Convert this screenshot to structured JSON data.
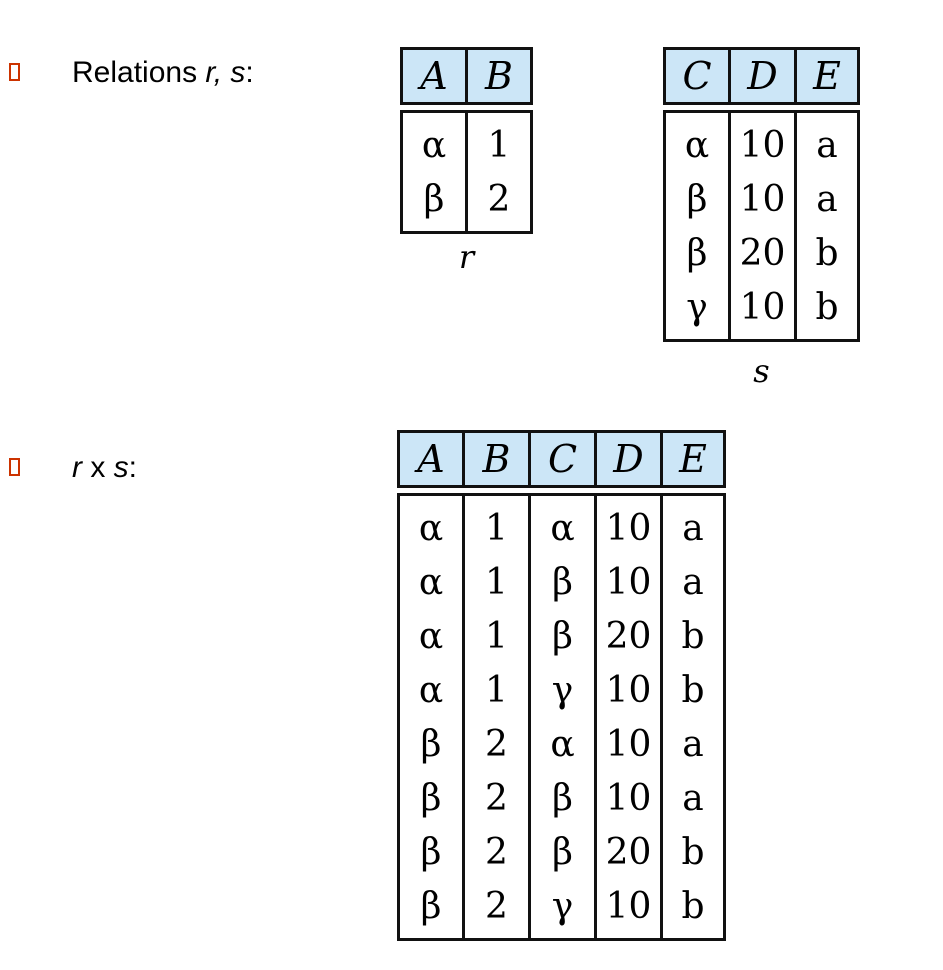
{
  "bullets": [
    {
      "prefix": "Relations ",
      "italic": "r, s",
      "suffix": ":"
    },
    {
      "prefix": "",
      "italic": "r",
      "middle": " x ",
      "italic2": "s",
      "suffix": ":"
    }
  ],
  "colors": {
    "bullet": "#cc3300",
    "header_bg": "#cce6f7"
  },
  "relation_r": {
    "caption": "r",
    "columns": [
      "A",
      "B"
    ],
    "rows": [
      [
        "α",
        "1"
      ],
      [
        "β",
        "2"
      ]
    ]
  },
  "relation_s": {
    "caption": "s",
    "columns": [
      "C",
      "D",
      "E"
    ],
    "rows": [
      [
        "α",
        "10",
        "a"
      ],
      [
        "β",
        "10",
        "a"
      ],
      [
        "β",
        "20",
        "b"
      ],
      [
        "γ",
        "10",
        "b"
      ]
    ]
  },
  "relation_rxs": {
    "columns": [
      "A",
      "B",
      "C",
      "D",
      "E"
    ],
    "rows": [
      [
        "α",
        "1",
        "α",
        "10",
        "a"
      ],
      [
        "α",
        "1",
        "β",
        "10",
        "a"
      ],
      [
        "α",
        "1",
        "β",
        "20",
        "b"
      ],
      [
        "α",
        "1",
        "γ",
        "10",
        "b"
      ],
      [
        "β",
        "2",
        "α",
        "10",
        "a"
      ],
      [
        "β",
        "2",
        "β",
        "10",
        "a"
      ],
      [
        "β",
        "2",
        "β",
        "20",
        "b"
      ],
      [
        "β",
        "2",
        "γ",
        "10",
        "b"
      ]
    ]
  }
}
